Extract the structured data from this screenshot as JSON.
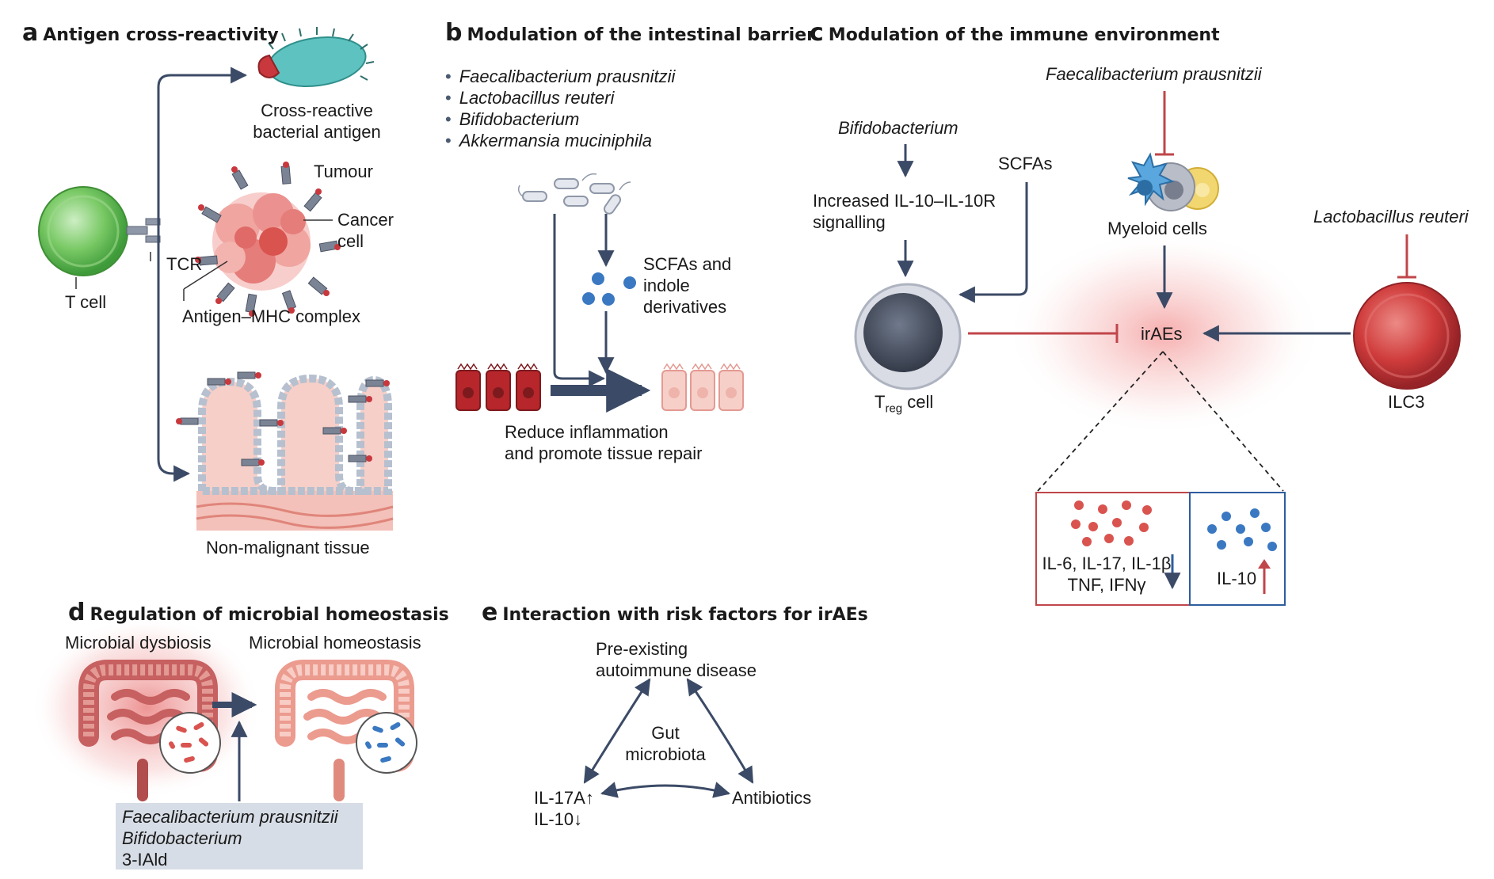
{
  "panel_a": {
    "letter": "a",
    "title": "Antigen cross-reactivity",
    "labels": {
      "bacterial_antigen_1": "Cross-reactive",
      "bacterial_antigen_2": "bacterial antigen",
      "tumour": "Tumour",
      "cancer_cell_1": "Cancer",
      "cancer_cell_2": "cell",
      "tcr": "TCR",
      "t_cell": "T cell",
      "antigen_mhc": "Antigen–MHC complex",
      "non_malignant": "Non-malignant tissue"
    }
  },
  "panel_b": {
    "letter": "b",
    "title": "Modulation of the intestinal barrier",
    "bacteria": [
      "Faecalibacterium prausnitzii",
      "Lactobacillus reuteri",
      "Bifidobacterium",
      "Akkermansia muciniphila"
    ],
    "labels": {
      "scfa_1": "SCFAs and",
      "scfa_2": "indole",
      "scfa_3": "derivatives",
      "outcome_1": "Reduce inflammation",
      "outcome_2": "and promote tissue repair"
    }
  },
  "panel_c": {
    "letter": "c",
    "title": "Modulation of the immune environment",
    "labels": {
      "faecali": "Faecalibacterium prausnitzii",
      "bifido": "Bifidobacterium",
      "scfas": "SCFAs",
      "il10_1": "Increased IL-10–IL-10R",
      "il10_2": "signalling",
      "myeloid": "Myeloid cells",
      "lacto": "Lactobacillus reuteri",
      "iraes": "irAEs",
      "treg_main": "T",
      "treg_sub": "reg",
      "treg_rest": " cell",
      "ilc3": "ILC3",
      "box_left_1": "IL-6, IL-17, IL-1β",
      "box_left_2": "TNF, IFNγ",
      "box_right": "IL-10"
    }
  },
  "panel_d": {
    "letter": "d",
    "title": "Regulation of microbial homeostasis",
    "labels": {
      "dysbiosis": "Microbial dysbiosis",
      "homeostasis": "Microbial homeostasis",
      "box_1": "Faecalibacterium prausnitzii",
      "box_2": "Bifidobacterium",
      "box_3": "3-IAld"
    }
  },
  "panel_e": {
    "letter": "e",
    "title": "Interaction with risk factors for irAEs",
    "labels": {
      "preexisting_1": "Pre-existing",
      "preexisting_2": "autoimmune disease",
      "gut_1": "Gut",
      "gut_2": "microbiota",
      "il17a": "IL-17A↑",
      "il10": "IL-10↓",
      "antibiotics": "Antibiotics"
    }
  },
  "colors": {
    "arrow": "#3b4a66",
    "inhibit": "#c0464a",
    "t_cell_green": "#6cc35a",
    "treg_grey": "#4e5566",
    "ilc3_red": "#c9383a",
    "pro_inflammatory": "#d9534f",
    "anti_inflammatory": "#3a78c2",
    "tissue_pink": "#f3c1b9"
  }
}
